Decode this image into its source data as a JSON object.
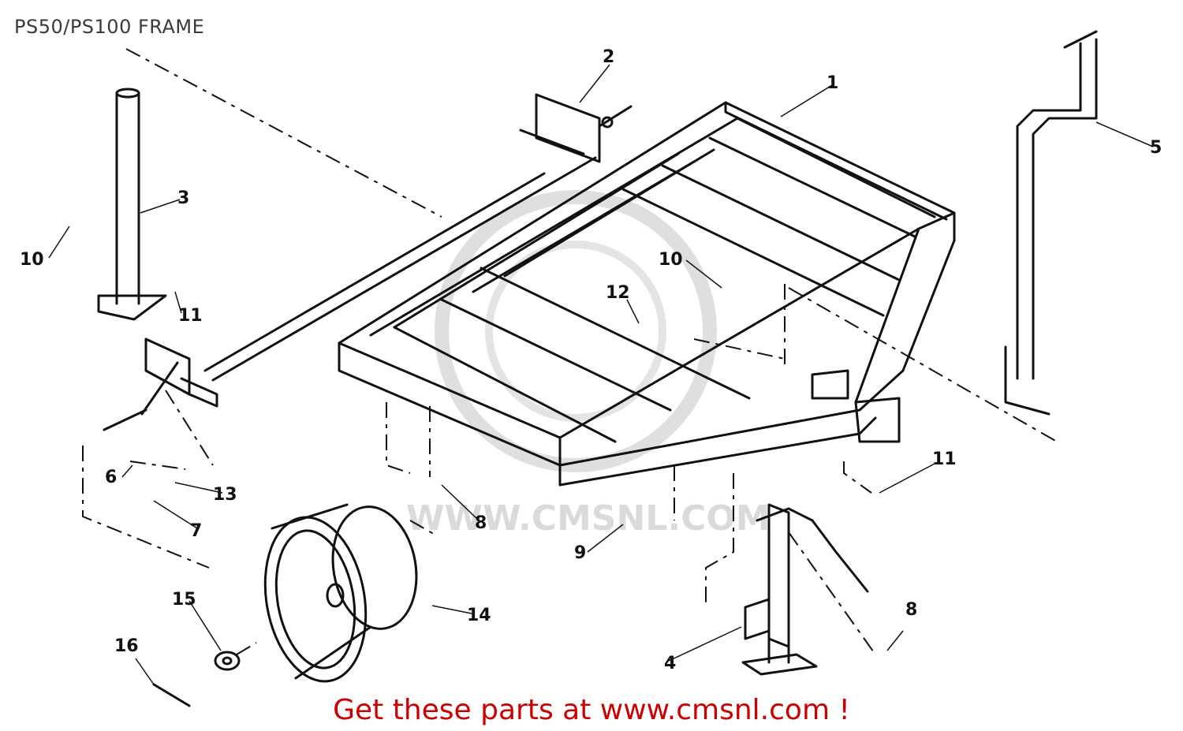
{
  "page": {
    "title": "PS50/PS100 FRAME"
  },
  "watermark": {
    "text": "WWW.CMSNL.COM"
  },
  "footer": {
    "link_text": "Get these parts at www.cmsnl.com !"
  },
  "callouts": [
    "1",
    "2",
    "3",
    "4",
    "5",
    "6",
    "7",
    "8",
    "8",
    "9",
    "10",
    "10",
    "11",
    "11",
    "12",
    "13",
    "14",
    "15",
    "16"
  ],
  "colors": {
    "line": "#111111",
    "footer": "#cc0000",
    "watermark": "#d6d6d6"
  }
}
